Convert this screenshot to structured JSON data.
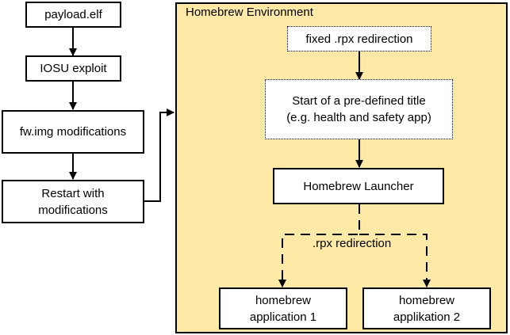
{
  "diagram": {
    "left_flow": [
      {
        "id": "payload",
        "label": "payload.elf"
      },
      {
        "id": "iosu",
        "label": "IOSU exploit"
      },
      {
        "id": "fwimg",
        "label": "fw.img modifications"
      },
      {
        "id": "restart",
        "label": "Restart with\nmodifications"
      }
    ],
    "environment": {
      "title": "Homebrew Environment",
      "fill_color": "#fee9a6",
      "nodes": [
        {
          "id": "fixed_rpx",
          "label": "fixed .rpx redirection",
          "border": "dotted"
        },
        {
          "id": "predefined",
          "label": "Start of a pre-defined title\n(e.g. health and safety app)",
          "border": "dotted"
        },
        {
          "id": "launcher",
          "label": "Homebrew Launcher",
          "border": "solid"
        },
        {
          "id": "app1",
          "label": "homebrew\napplication 1",
          "border": "solid"
        },
        {
          "id": "app2",
          "label": "homebrew\napplikation 2",
          "border": "solid"
        }
      ],
      "edge_label": ".rpx redirection"
    },
    "edges": [
      {
        "from": "payload",
        "to": "iosu",
        "style": "solid"
      },
      {
        "from": "iosu",
        "to": "fwimg",
        "style": "solid"
      },
      {
        "from": "fwimg",
        "to": "restart",
        "style": "solid"
      },
      {
        "from": "restart",
        "to": "environment",
        "style": "solid"
      },
      {
        "from": "fixed_rpx",
        "to": "predefined",
        "style": "solid"
      },
      {
        "from": "predefined",
        "to": "launcher",
        "style": "solid"
      },
      {
        "from": "launcher",
        "to": "app1",
        "style": "dashed",
        "label": ".rpx redirection"
      },
      {
        "from": "launcher",
        "to": "app2",
        "style": "dashed",
        "label": ".rpx redirection"
      }
    ]
  }
}
